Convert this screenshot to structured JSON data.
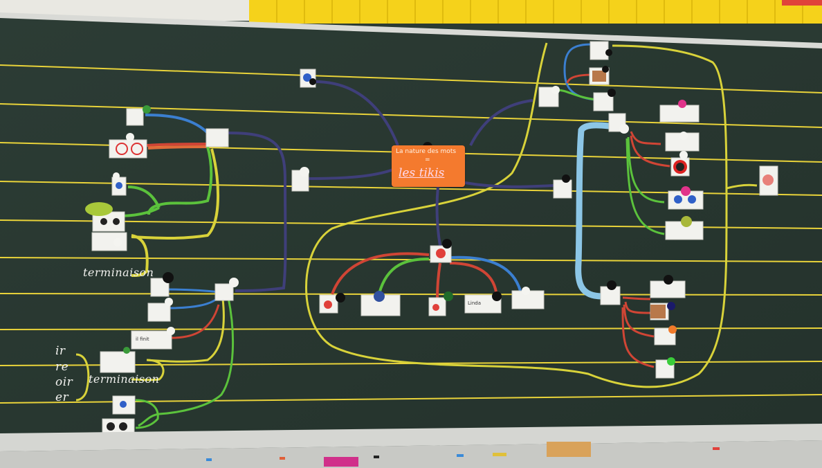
{
  "board": {
    "title_line1": "La nature des mots",
    "title_line2": "=",
    "title_line3": "les tikis",
    "label_terminaison_1": "terminaison",
    "label_terminaison_2": "terminaison",
    "endings": [
      "ir",
      "re",
      "oir",
      "er"
    ],
    "card_text_1": "il finit",
    "card_text_2": "Linda"
  },
  "colors": {
    "board": "#2a3a33",
    "staff_line": "#e9d33a",
    "title_card": "#f47a2e",
    "ruler_yellow": "#f5d21b",
    "chalk_blue": "#3b7fd0",
    "chalk_green": "#5bc23c",
    "chalk_red": "#d04535",
    "chalk_purple": "#3f3f7a",
    "chalk_yellow": "#d8d23a",
    "chalk_lightblue": "#8cc6e6"
  }
}
